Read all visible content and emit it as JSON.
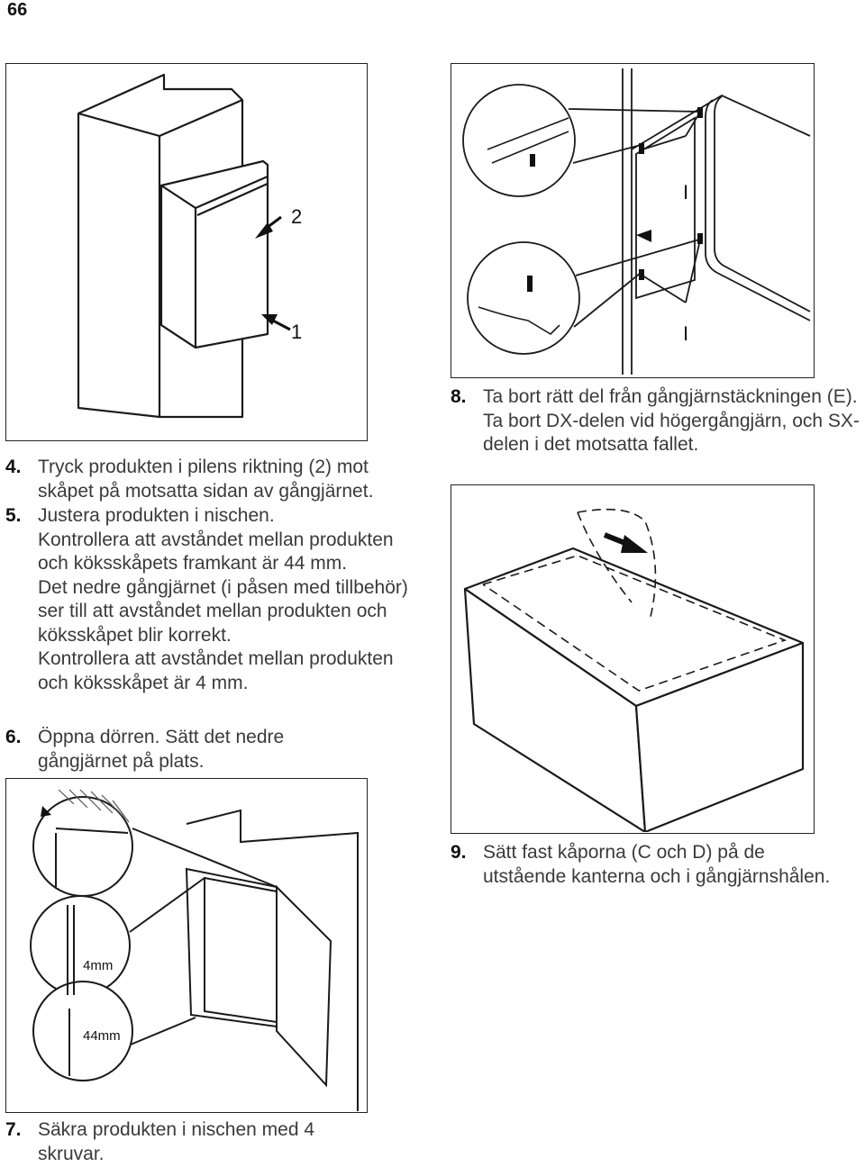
{
  "page_number": "66",
  "figures": {
    "fig1": {
      "arrow_label_push": "2",
      "arrow_label_slide": "1"
    },
    "fig2": {
      "screw_label_top": "I",
      "screw_label_bottom": "I"
    },
    "fig4": {
      "gap_label_1": "4mm",
      "gap_label_2": "44mm"
    }
  },
  "steps": [
    {
      "num": "4.",
      "text": "Tryck produkten i pilens riktning (2) mot skåpet på motsatta sidan av gångjärnet."
    },
    {
      "num": "5.",
      "text": "Justera produkten i nischen.\nKontrollera att avståndet mellan produkten och köksskåpets framkant är 44 mm.\nDet nedre gångjärnet (i påsen med tillbehör) ser till att avståndet mellan produkten och köksskåpet blir korrekt.\nKontrollera att avståndet mellan produkten och köksskåpet är 4 mm."
    },
    {
      "num": "6.",
      "text": "Öppna dörren. Sätt det nedre gångjärnet på plats."
    },
    {
      "num": "7.",
      "text": "Säkra produkten i nischen med 4 skruvar."
    },
    {
      "num": "8.",
      "text": "Ta bort rätt del från gångjärnstäckningen (E). Ta bort DX-delen vid högergångjärn, och SX-delen i det motsatta fallet."
    },
    {
      "num": "9.",
      "text": "Sätt fast kåporna (C och D) på de utstående kanterna och i gångjärnshålen."
    }
  ]
}
